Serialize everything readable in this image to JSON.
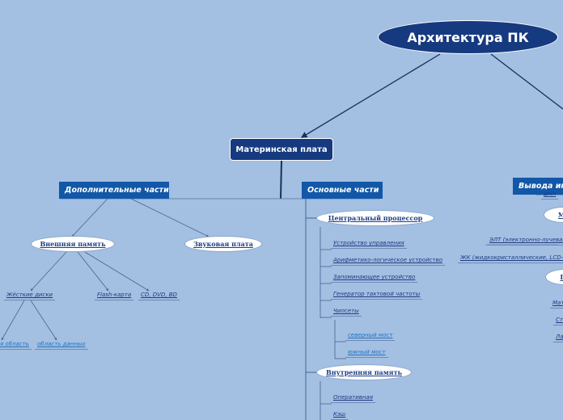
{
  "root": {
    "label": "Архитектура ПК"
  },
  "motherboard": {
    "label": "Материнская плата"
  },
  "sections": {
    "additional": "Дополнительные части",
    "main_parts": "Основные части",
    "output": "Вывода ин"
  },
  "bubbles": {
    "external_memory": "Внешняя память",
    "sound_card": "Звуковая плата",
    "cpu": "Центральный процессор",
    "internal_memory": "Внутренняя память",
    "monitor": "Мо",
    "printer": "Пр"
  },
  "leaves": {
    "hdd": "Жёсткие диски",
    "flash": "Flash-карта",
    "cd": "CD, DVD, BD",
    "service_area": "я область",
    "data_area": "область данных",
    "control_unit": "Устройство управления",
    "alu": "Арифметико-логическое устройство",
    "storage": "Запоминающее устройство",
    "clock": "Генератор тактовой частоты",
    "chipsets": "Чипсеты",
    "north_bridge": "северный мост",
    "south_bridge": "южный мост",
    "ram": "Оперативная",
    "cache": "Кэш",
    "crt": "ЭЛТ (электронно-лучевая",
    "lcd": "ЖК (жидкокристаллические, LCD-мон",
    "printer_1": "Матр",
    "printer_2": "Стр",
    "printer_3": "Лаз",
    "output_hidden": "дисп"
  },
  "colors": {
    "background": "#a3bfe1",
    "node_dark": "#163a80",
    "section": "#1257a8"
  }
}
